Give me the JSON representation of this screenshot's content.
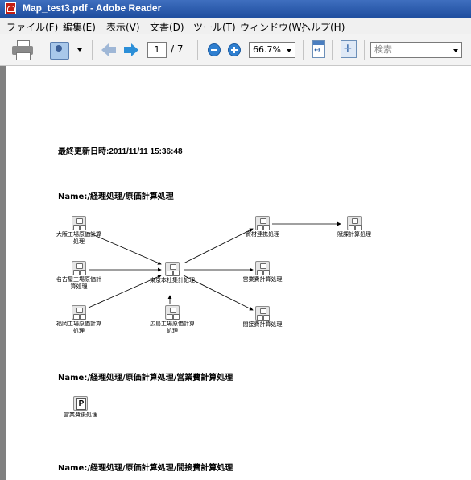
{
  "window": {
    "title": "Map_test3.pdf - Adobe Reader"
  },
  "menu": [
    "ファイル(F)",
    "編集(E)",
    "表示(V)",
    "文書(D)",
    "ツール(T)",
    "ウィンドウ(W)",
    "ヘルプ(H)"
  ],
  "toolbar": {
    "page_current": "1",
    "page_total": "/ 7",
    "zoom": "66.7%",
    "search_placeholder": "検索"
  },
  "document": {
    "last_updated": "最終更新日時:2011/11/11 15:36:48",
    "section1_title": "Name:/経理処理/原価計算処理",
    "section2_title": "Name:/経理処理/原価計算処理/営業費計算処理",
    "section3_title": "Name:/経理処理/原価計算処理/間接費計算処理",
    "nodes": {
      "osaka": "大阪工場原価計算処理",
      "nagoya": "名古屋工場原価計算処理",
      "fukuoka": "福岡工場原価計算処理",
      "tokyo": "東京本社集計処理",
      "hiroshima": "広島工場原価計算処理",
      "shizai": "資材連携処理",
      "eigyou": "営業費計算処理",
      "kansetsu": "間接費計算処理",
      "fuka": "賦課計算処理",
      "eigyou_shori": "営業費後処理"
    },
    "p_icon_letter": "P"
  }
}
